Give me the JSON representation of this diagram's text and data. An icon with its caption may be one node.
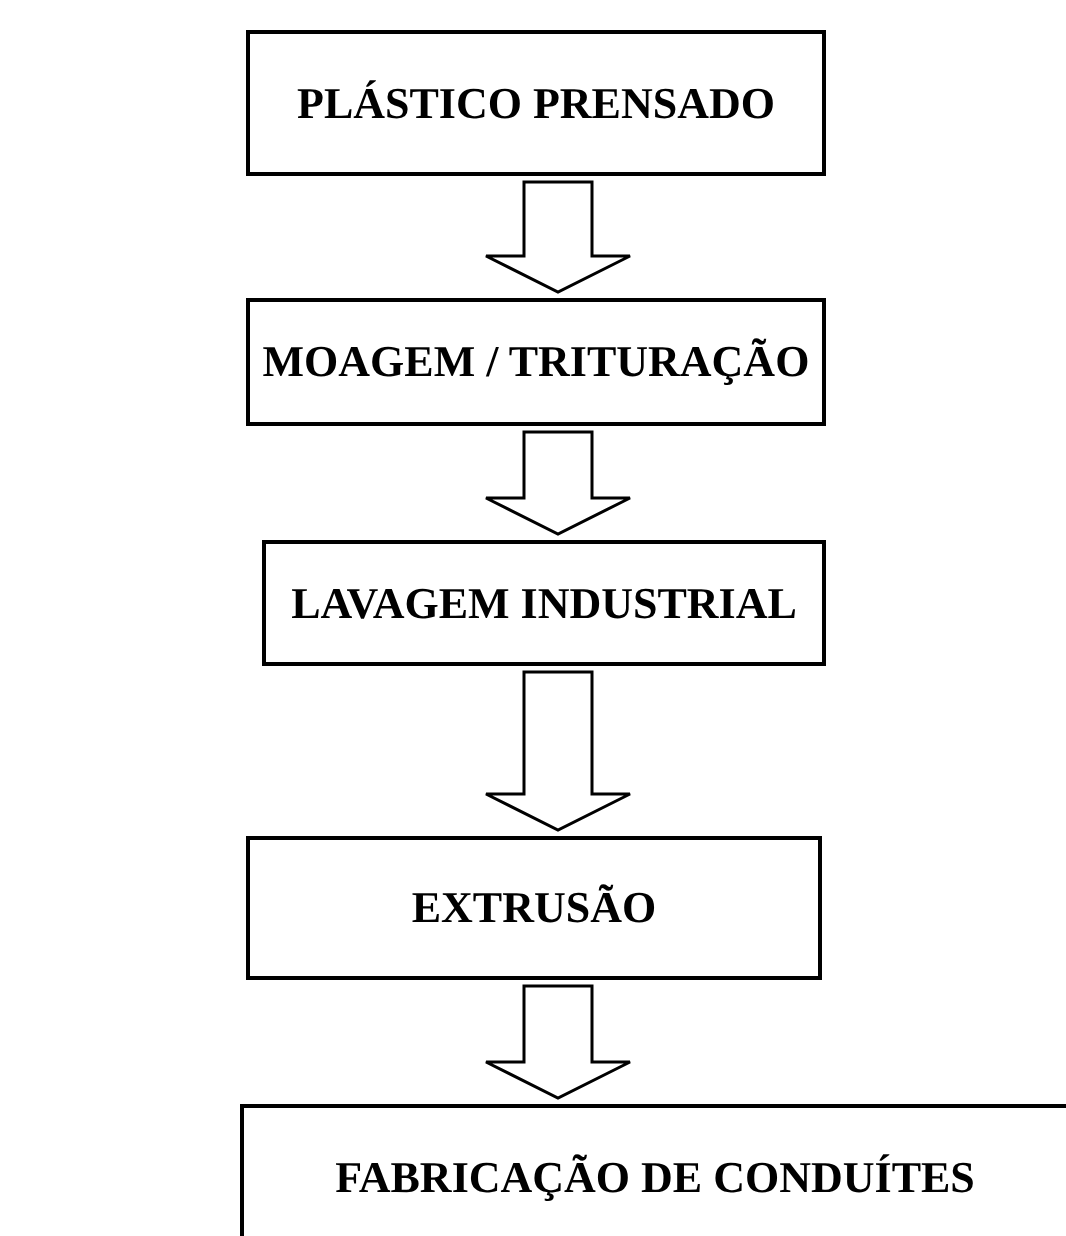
{
  "diagram": {
    "nodes": [
      {
        "text": [
          "PLÁSTICO PRENSADO"
        ]
      },
      {
        "text": [
          "MOAGEM / TRITURAÇÃO"
        ]
      },
      {
        "text": [
          "LAVAGEM INDUSTRIAL"
        ]
      },
      {
        "text": [
          "EXTRUSÃO"
        ]
      },
      {
        "text": [
          "FABRICAÇÃO DE CONDUÍTES"
        ]
      }
    ],
    "edges": [
      {
        "from": 0,
        "to": 1,
        "arrow": "to"
      },
      {
        "from": 1,
        "to": 2,
        "arrow": "to"
      },
      {
        "from": 2,
        "to": 3,
        "arrow": "to"
      },
      {
        "from": 3,
        "to": 4,
        "arrow": "to"
      }
    ]
  }
}
